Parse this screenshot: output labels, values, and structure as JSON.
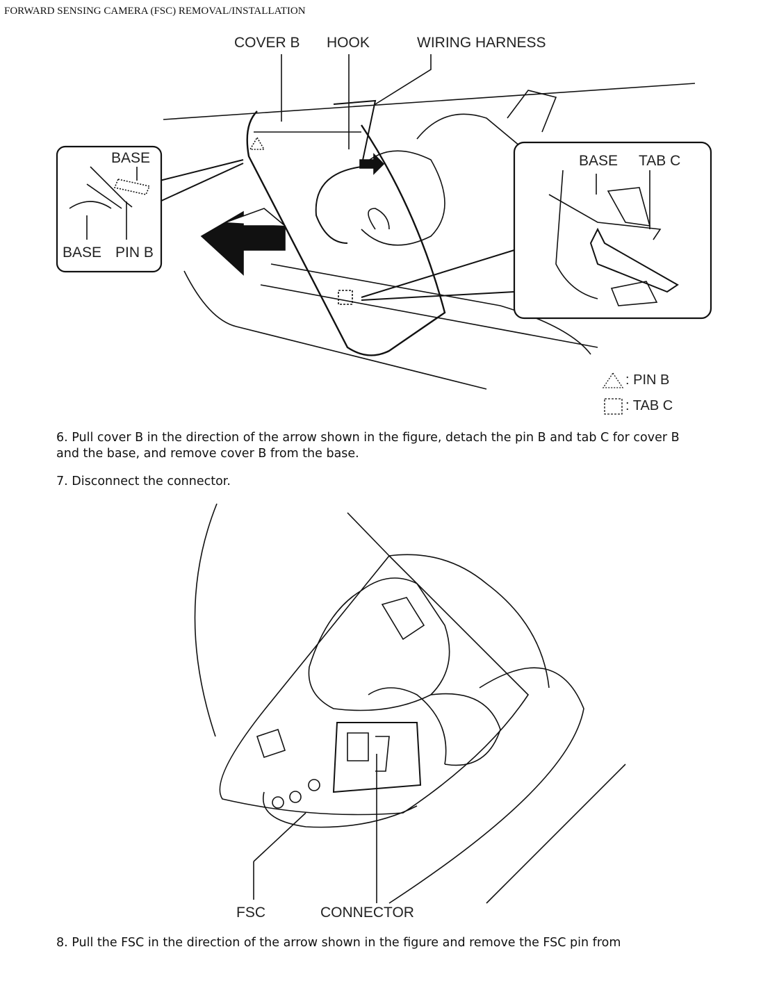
{
  "page_title": "FORWARD SENSING CAMERA (FSC) REMOVAL/INSTALLATION",
  "figure1": {
    "labels": {
      "cover_b": "COVER B",
      "hook": "HOOK",
      "wiring_harness": "WIRING HARNESS",
      "inset_left_base_top": "BASE",
      "inset_left_base_bottom": "BASE",
      "inset_left_pin_b": "PIN B",
      "inset_right_base": "BASE",
      "inset_right_tab_c": "TAB C"
    },
    "legend": [
      {
        "symbol": "dotted-triangle",
        "text": ": PIN B"
      },
      {
        "symbol": "dotted-square",
        "text": ": TAB C"
      }
    ]
  },
  "steps": [
    {
      "text": "6. Pull cover B in the direction of the arrow shown in the figure, detach the pin B and tab C for cover B and the base, and remove cover B from the base."
    },
    {
      "text": "7. Disconnect the connector."
    },
    {
      "text": "8. Pull the FSC in the direction of the arrow shown in the figure and remove the FSC pin from"
    }
  ],
  "figure2": {
    "labels": {
      "fsc": "FSC",
      "connector": "CONNECTOR"
    }
  }
}
